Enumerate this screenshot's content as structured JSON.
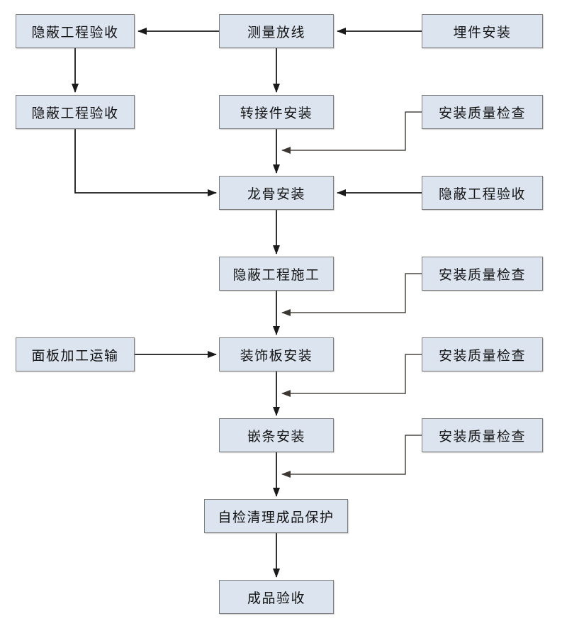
{
  "diagram": {
    "type": "flowchart",
    "description_nodes_count": 17
  },
  "colors": {
    "background": "#ffffff",
    "node_fill": "#dce4f0",
    "node_border": "#7d7d7d",
    "arrow_line": "#1a1a1a",
    "feedback_connector_line": "#4d4844",
    "text": "#141414"
  },
  "nodes": [
    {
      "id": "hidden-works-acceptance-1",
      "label": "隐蔽工程验收",
      "column": "left",
      "row": 1
    },
    {
      "id": "measure-layout",
      "label": "测量放线",
      "column": "center",
      "row": 1
    },
    {
      "id": "embed-parts-install",
      "label": "埋件安装",
      "column": "right",
      "row": 1
    },
    {
      "id": "hidden-works-acceptance-2",
      "label": "隐蔽工程验收",
      "column": "left",
      "row": 2
    },
    {
      "id": "adapter-install",
      "label": "转接件安装",
      "column": "center",
      "row": 2
    },
    {
      "id": "install-quality-check-1",
      "label": "安装质量检查",
      "column": "right",
      "row": 2
    },
    {
      "id": "keel-install",
      "label": "龙骨安装",
      "column": "center",
      "row": 3
    },
    {
      "id": "hidden-works-acceptance-3",
      "label": "隐蔽工程验收",
      "column": "right",
      "row": 3
    },
    {
      "id": "hidden-works-construction",
      "label": "隐蔽工程施工",
      "column": "center",
      "row": 4
    },
    {
      "id": "install-quality-check-2",
      "label": "安装质量检查",
      "column": "right",
      "row": 4
    },
    {
      "id": "panel-processing-transport",
      "label": "面板加工运输",
      "column": "left",
      "row": 5
    },
    {
      "id": "decorative-panel-install",
      "label": "装饰板安装",
      "column": "center",
      "row": 5
    },
    {
      "id": "install-quality-check-3",
      "label": "安装质量检查",
      "column": "right",
      "row": 5
    },
    {
      "id": "trim-strip-install",
      "label": "嵌条安装",
      "column": "center",
      "row": 6
    },
    {
      "id": "install-quality-check-4",
      "label": "安装质量检查",
      "column": "right",
      "row": 6
    },
    {
      "id": "self-check-clean-protect",
      "label": "自检清理成品保护",
      "column": "center",
      "row": 7
    },
    {
      "id": "finished-product-acceptance",
      "label": "成品验收",
      "column": "center",
      "row": 8
    }
  ],
  "edges": [
    {
      "from": "embed-parts-install",
      "to": "measure-layout"
    },
    {
      "from": "measure-layout",
      "to": "hidden-works-acceptance-1"
    },
    {
      "from": "hidden-works-acceptance-1",
      "to": "hidden-works-acceptance-2"
    },
    {
      "from": "measure-layout",
      "to": "adapter-install"
    },
    {
      "from": "adapter-install",
      "to": "keel-install"
    },
    {
      "from": "install-quality-check-1",
      "to": "adapter-install-keel-install-link"
    },
    {
      "from": "hidden-works-acceptance-2",
      "to": "keel-install"
    },
    {
      "from": "hidden-works-acceptance-3",
      "to": "keel-install"
    },
    {
      "from": "keel-install",
      "to": "hidden-works-construction"
    },
    {
      "from": "install-quality-check-2",
      "to": "hidden-works-construction-decorative-panel-install-link"
    },
    {
      "from": "panel-processing-transport",
      "to": "decorative-panel-install"
    },
    {
      "from": "hidden-works-construction",
      "to": "decorative-panel-install"
    },
    {
      "from": "decorative-panel-install",
      "to": "trim-strip-install"
    },
    {
      "from": "install-quality-check-3",
      "to": "decorative-panel-install-trim-strip-install-link"
    },
    {
      "from": "trim-strip-install",
      "to": "self-check-clean-protect"
    },
    {
      "from": "install-quality-check-4",
      "to": "trim-strip-install-self-check-clean-protect-link"
    },
    {
      "from": "self-check-clean-protect",
      "to": "finished-product-acceptance"
    }
  ]
}
